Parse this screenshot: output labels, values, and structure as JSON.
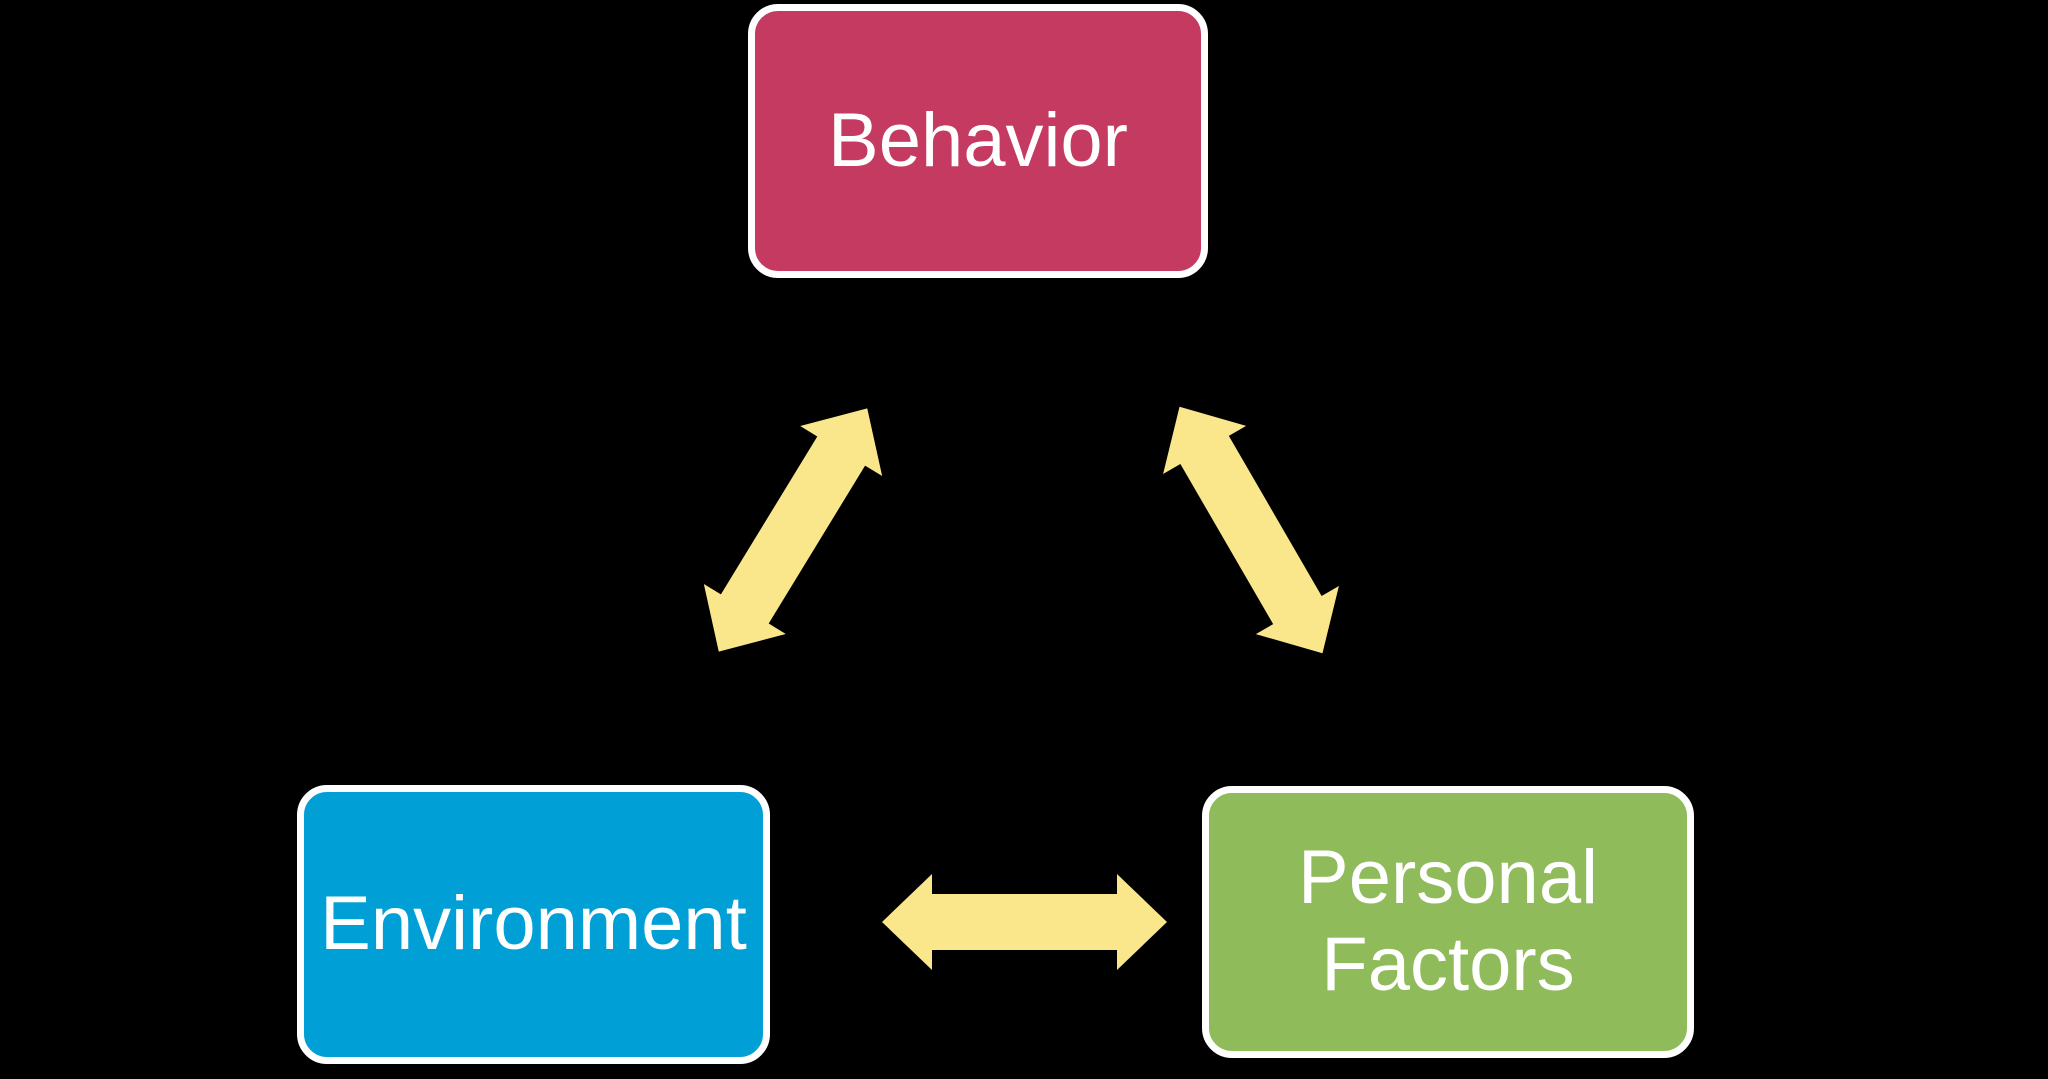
{
  "diagram": {
    "background_color": "#000000",
    "text_color": "#ffffff",
    "node_border_color": "#ffffff",
    "arrow_color": "#FAE78C",
    "nodes": [
      {
        "id": "behavior",
        "label": "Behavior",
        "color": "#C43A60",
        "position": "top-center"
      },
      {
        "id": "environment",
        "label": "Environment",
        "color": "#00A0D6",
        "position": "bottom-left"
      },
      {
        "id": "personal-factors",
        "label": "Personal Factors",
        "color": "#90BB5B",
        "position": "bottom-right"
      }
    ],
    "connections": [
      {
        "from": "Behavior",
        "to": "Environment",
        "type": "bidirectional-arrow"
      },
      {
        "from": "Behavior",
        "to": "Personal Factors",
        "type": "bidirectional-arrow"
      },
      {
        "from": "Environment",
        "to": "Personal Factors",
        "type": "bidirectional-arrow"
      }
    ]
  }
}
